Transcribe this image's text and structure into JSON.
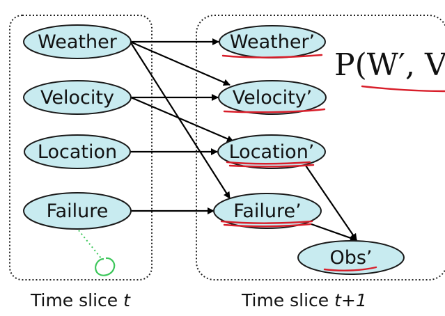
{
  "nodes_t": [
    {
      "label": "Weather"
    },
    {
      "label": "Velocity"
    },
    {
      "label": "Location"
    },
    {
      "label": "Failure"
    }
  ],
  "nodes_t1": [
    {
      "label": "Weather’"
    },
    {
      "label": "Velocity’"
    },
    {
      "label": "Location’"
    },
    {
      "label": "Failure’"
    },
    {
      "label": "Obs’"
    }
  ],
  "captions": {
    "slice_t_prefix": "Time slice ",
    "slice_t_var": "t",
    "slice_t1_prefix": "Time slice ",
    "slice_t1_var": "t+1"
  },
  "formula": "P(W′, V",
  "colors": {
    "node_fill": "#c8ebf0",
    "annotation_red": "#d81e2a",
    "annotation_green": "#3cc65a"
  }
}
